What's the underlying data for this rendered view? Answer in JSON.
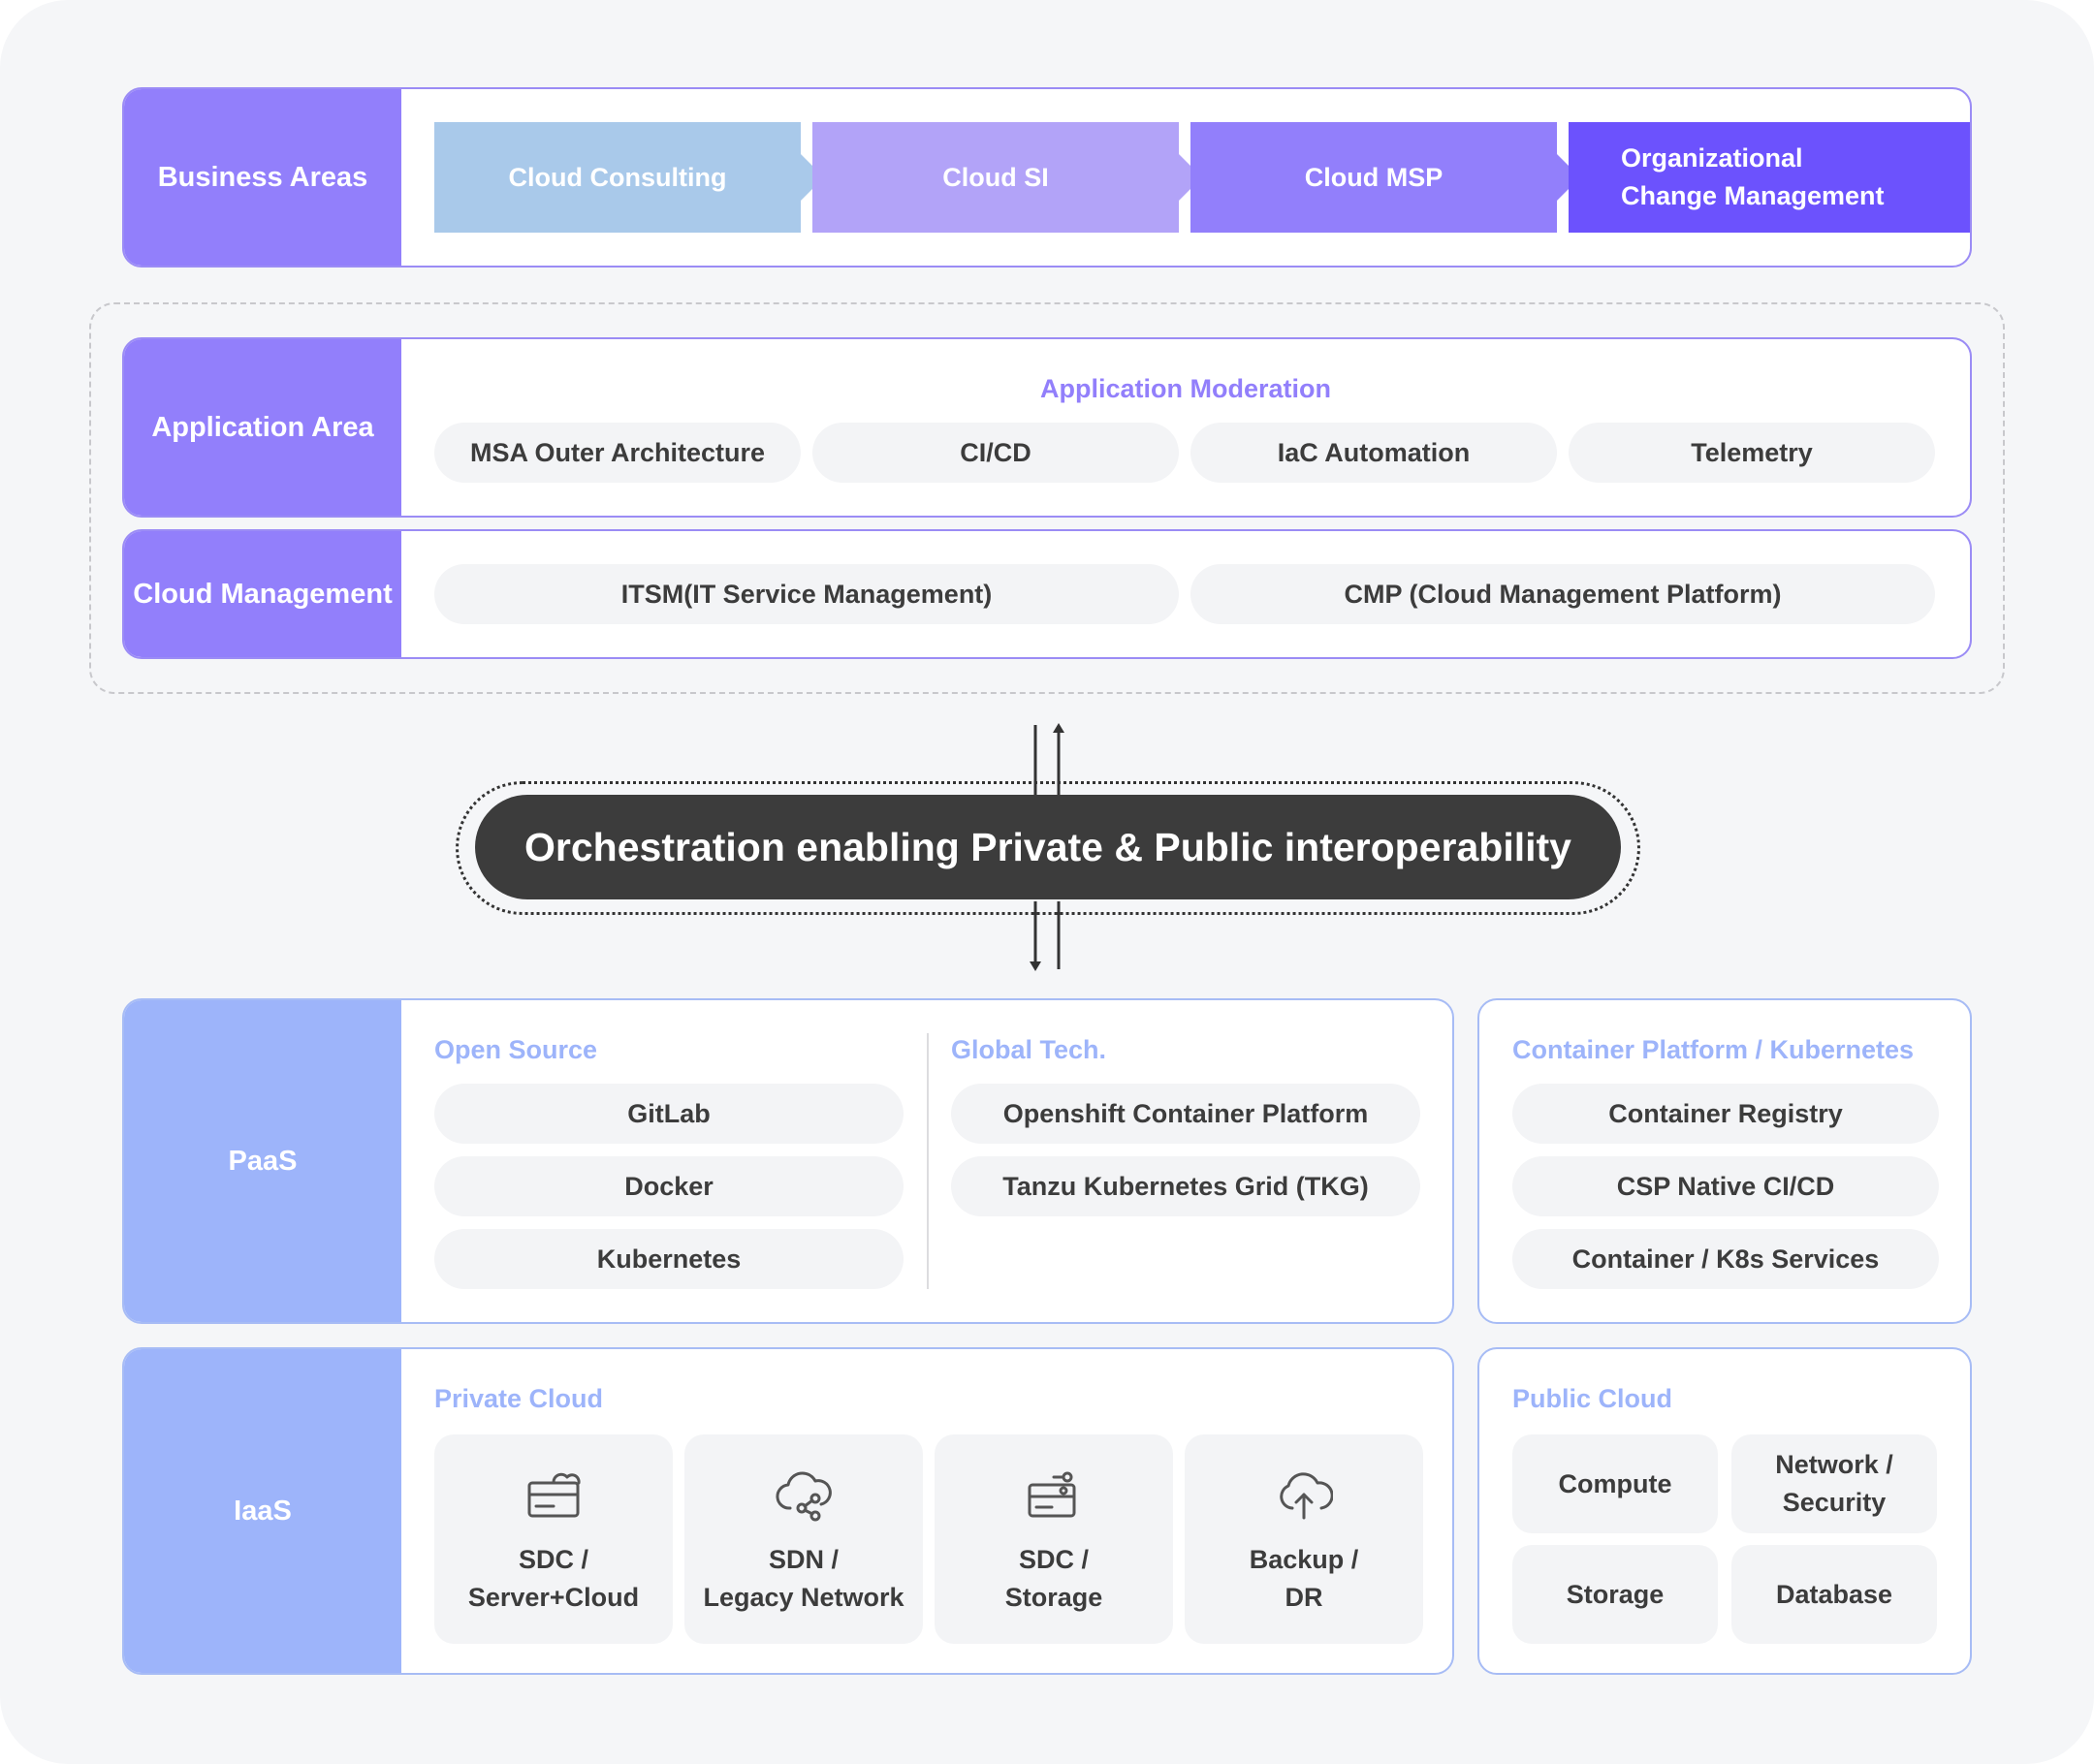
{
  "colors": {
    "purple": "#927ffb",
    "blue": "#9db4fa",
    "dark": "#3c3c3c",
    "step1": "#a9c9ea",
    "step2": "#b2a3f8",
    "step3": "#927ffb",
    "step4": "#6c52fd"
  },
  "business": {
    "label": "Business Areas",
    "steps": [
      "Cloud Consulting",
      "Cloud SI",
      "Cloud MSP",
      "Organizational\nChange Management"
    ]
  },
  "application": {
    "label": "Application Area",
    "title": "Application Moderation",
    "items": [
      "MSA Outer Architecture",
      "CI/CD",
      "IaC Automation",
      "Telemetry"
    ]
  },
  "cloud_management": {
    "label": "Cloud Management",
    "items": [
      "ITSM(IT Service Management)",
      "CMP (Cloud Management Platform)"
    ]
  },
  "orchestration": {
    "label": "Orchestration enabling Private & Public interoperability"
  },
  "paas": {
    "label": "PaaS",
    "open_source": {
      "title": "Open Source",
      "items": [
        "GitLab",
        "Docker",
        "Kubernetes"
      ]
    },
    "global_tech": {
      "title": "Global Tech.",
      "items": [
        "Openshift Container Platform",
        "Tanzu Kubernetes Grid (TKG)"
      ]
    },
    "container": {
      "title": "Container Platform / Kubernetes",
      "items": [
        "Container Registry",
        "CSP Native CI/CD",
        "Container / K8s Services"
      ]
    }
  },
  "iaas": {
    "label": "IaaS",
    "private": {
      "title": "Private Cloud",
      "items": [
        {
          "icon": "server-cloud-icon",
          "label": "SDC /\nServer+Cloud"
        },
        {
          "icon": "cloud-network-icon",
          "label": "SDN /\nLegacy Network"
        },
        {
          "icon": "storage-icon",
          "label": "SDC /\nStorage"
        },
        {
          "icon": "cloud-upload-icon",
          "label": "Backup /\nDR"
        }
      ]
    },
    "public": {
      "title": "Public Cloud",
      "items": [
        "Compute",
        "Network /\nSecurity",
        "Storage",
        "Database"
      ]
    }
  }
}
